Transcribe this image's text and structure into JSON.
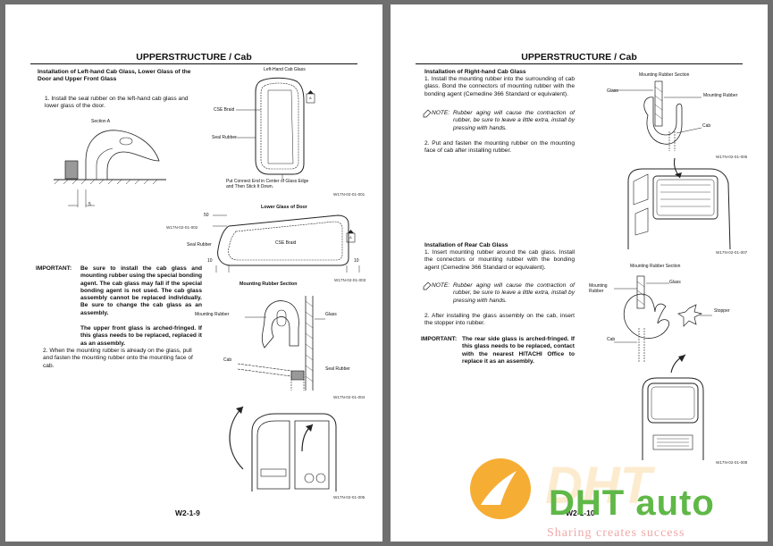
{
  "left_page": {
    "header": "UPPERSTRUCTURE / Cab",
    "section_title": "Installation of Left-hand Cab Glass, Lower Glass of the Door and Upper Front Glass",
    "step1": "1. Install the seal rubber on the left-hand cab glass and lower glass of the door.",
    "section_a": "Section A",
    "dim_5": "5",
    "fig_left_glass_title": "Left-Hand Cab Glass",
    "label_cse_braid": "CSE Braid",
    "label_seal_rubber": "Seal Rubber",
    "label_a": "A",
    "note_connect": "Put Connect End in Center of Glass Edge and Then Stick It Down.",
    "fig_code_1": "W17N-02-01-001",
    "fig_code_2": "W17N-02-01-002",
    "fig_door_title": "Lower Glass of Door",
    "dim_50": "50",
    "dim_10a": "10",
    "dim_10b": "10",
    "label_cse_braid2": "CSE Braid",
    "label_seal_rubber2": "Seal Rubber",
    "label_a2": "A",
    "fig_code_3": "W17N-02-01-003",
    "important_label": "IMPORTANT:",
    "important_text": "Be sure to install the cab glass and mounting rubber using the special bonding agent. The cab glass may fall if the special bonding agent is not used. The cab glass assembly cannot be replaced individually. Be sure to change the cab glass as an assembly.",
    "important_text2": "The upper front glass is arched-fringed. If this glass needs to be replaced, replaced it as an assembly.",
    "step2": "2. When the mounting rubber is already on the glass, pull and fasten the mounting rubber onto the mounting face of cab.",
    "fig_mount_title": "Mounting Rubber Section",
    "label_mounting_rubber": "Mounting Rubber",
    "label_glass": "Glass",
    "label_cab": "Cab",
    "label_seal_rubber3": "Seal Rubber",
    "fig_code_4": "W17N-02-01-004",
    "fig_code_5": "W17N-02-01-005",
    "page_number": "W2-1-9"
  },
  "right_page": {
    "header": "UPPERSTRUCTURE / Cab",
    "rh_title": "Installation of Right-hand Cab Glass",
    "rh_step1": "1. Install the mounting rubber into the surrounding of cab glass. Bond the connectors of mounting rubber with the bonding agent (Cemedine 366 Standard or equivalent).",
    "note_label": "NOTE:",
    "rh_note": "Rubber aging will cause the contraction of rubber, be sure to leave a little extra, install by pressing with hands.",
    "rh_step2": "2. Put and fasten the mounting rubber on the mounting face of cab after installing rubber.",
    "fig_mrs_title": "Mounting Rubber Section",
    "label_glass": "Glass",
    "label_mounting_rubber": "Mounting Rubber",
    "label_cab": "Cab",
    "fig_code_1": "W17N-02-01-006",
    "fig_code_2": "W17N-02-01-007",
    "rear_title": "Installation of Rear Cab Glass",
    "rear_step1": "1. Insert mounting rubber around the cab glass. Install the connectors or mounting rubber with the bonding agent (Cemedine 366 Standard or equivalent).",
    "note_label2": "NOTE:",
    "rear_note": "Rubber aging will cause the contraction of rubber, be sure to leave a little extra, install by pressing with hands.",
    "rear_step2": "2. After installing the glass assembly on the cab, insert the stopper into rubber.",
    "important_label": "IMPORTANT:",
    "important_text": "The rear side glass is arched-fringed. If this glass needs to be replaced, contact with the nearest HITACHI Office to replace it as an assembly.",
    "fig_mrs2_title": "Mounting Rubber Section",
    "label_mounting_rubber2": "Mounting Rubber",
    "label_glass2": "Glass",
    "label_stopper": "Stopper",
    "label_cab2": "Cab",
    "fig_code_3": "W17N-02-01-008",
    "page_number": "W2-1-10"
  },
  "watermark": {
    "brand": "DHT auto",
    "slogan": "Sharing creates success"
  },
  "colors": {
    "page_bg": "#ffffff",
    "gutter": "#6f6f6f",
    "logo_orange": "#f5a623",
    "logo_green": "#5fb847"
  }
}
